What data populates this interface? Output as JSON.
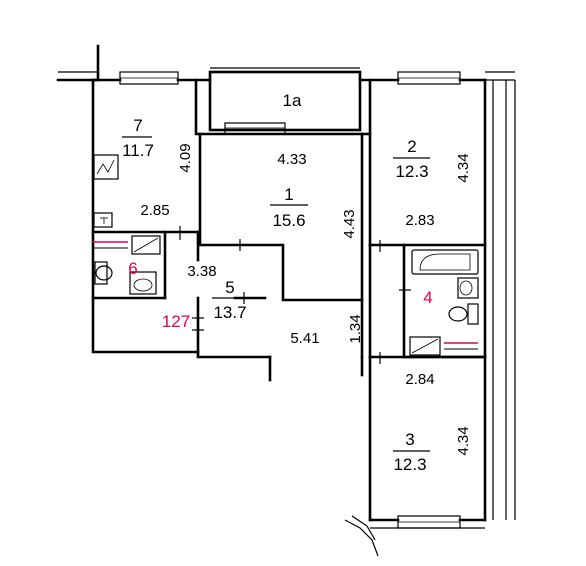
{
  "rooms": {
    "balcony": {
      "number": "1a"
    },
    "room1": {
      "number": "1",
      "area": "15.6",
      "dim_width": "4.33",
      "dim_length": "4.43"
    },
    "room2": {
      "number": "2",
      "area": "12.3",
      "dim_length": "4.34",
      "dim_width": "2.83"
    },
    "room3": {
      "number": "3",
      "area": "12.3",
      "dim_length": "4.34",
      "dim_width": "2.84"
    },
    "room7": {
      "number": "7",
      "area": "11.7",
      "dim_length": "4.09",
      "dim_width": "2.85"
    },
    "hall5": {
      "number": "5",
      "area": "13.7",
      "dim_width": "3.38",
      "dim_length": "5.41",
      "dim_side": "1.34"
    },
    "bath4": {
      "number": "4"
    },
    "wc6": {
      "number": "6"
    }
  },
  "apartment_number": "127",
  "colors": {
    "walls": "#000000",
    "accent": "#e8004a",
    "background": "#ffffff"
  }
}
